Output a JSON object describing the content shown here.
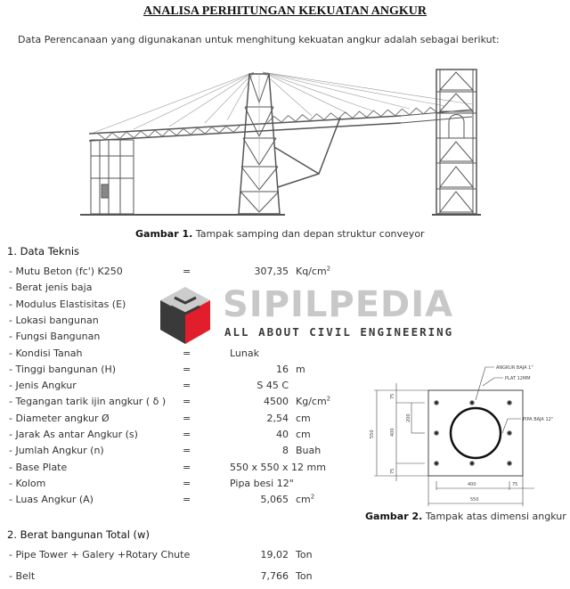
{
  "title": "ANALISA PERHITUNGAN KEKUATAN ANGKUR",
  "intro": "Data Perencanaan yang digunakanan untuk menghitung kekuatan angkur adalah sebagai berikut:",
  "figure1": {
    "label": "Gambar 1.",
    "caption": "Tampak samping dan depan struktur conveyor"
  },
  "figure2": {
    "label": "Gambar 2.",
    "caption": "Tampak atas dimensi angkur",
    "annotations": {
      "anchor": "ANGKUR BAJA 1\"",
      "plate": "PLAT 12MM",
      "pipe": "PIPA BAJA 12\""
    },
    "dims": {
      "d550v": "550",
      "d75top": "75",
      "d400v": "400",
      "d200": "200",
      "d75bot": "75",
      "d400h": "400",
      "d75h": "75",
      "d550h": "550"
    }
  },
  "watermark": {
    "name": "SIPILPEDIA",
    "tagline": "ALL ABOUT CIVIL ENGINEERING"
  },
  "section1": {
    "heading": "1.  Data Teknis",
    "rows": [
      {
        "label": "- Mutu Beton (fc') K250",
        "eq": "=",
        "value": "307,35",
        "unit": "Kq/cm",
        "sup": "2"
      },
      {
        "label": "-  Berat jenis baja"
      },
      {
        "label": "- Modulus Elastisitas (E)"
      },
      {
        "label": "- Lokasi bangunan"
      },
      {
        "label": "- Fungsi Bangunan"
      },
      {
        "label": "- Kondisi Tanah",
        "eq": "=",
        "value_left": "Lunak"
      },
      {
        "label": "- Tinggi bangunan (H)",
        "eq": "=",
        "value": "16",
        "unit": "m"
      },
      {
        "label": "- Jenis Angkur",
        "eq": "=",
        "value": "S 45 C"
      },
      {
        "label": "- Tegangan tarik ijin angkur ( δ )",
        "eq": "=",
        "value": "4500",
        "unit": "Kg/cm",
        "sup": "2"
      },
      {
        "label": "- Diameter angkur  Ø",
        "eq": "=",
        "value": "2,54",
        "unit": "cm"
      },
      {
        "label": "- Jarak As antar Angkur (s)",
        "eq": "=",
        "value": "40",
        "unit": "cm"
      },
      {
        "label": "- Jumlah Angkur (n)",
        "eq": "=",
        "value": "8",
        "unit": "Buah"
      },
      {
        "label": "- Base Plate",
        "eq": "=",
        "value_left": "550 x 550 x 12 mm"
      },
      {
        "label": "- Kolom",
        "eq": "=",
        "value_left": "Pipa besi 12\""
      },
      {
        "label": "- Luas Angkur (A)",
        "eq": "=",
        "value": "5,065",
        "unit": "cm",
        "sup": "2"
      }
    ]
  },
  "section2": {
    "heading": "2.  Berat bangunan Total (w)",
    "rows": [
      {
        "label": "- Pipe Tower + Galery +Rotary Chute",
        "value": "19,02",
        "unit": "Ton"
      },
      {
        "label": "- Belt",
        "value": "7,766",
        "unit": "Ton"
      }
    ]
  }
}
